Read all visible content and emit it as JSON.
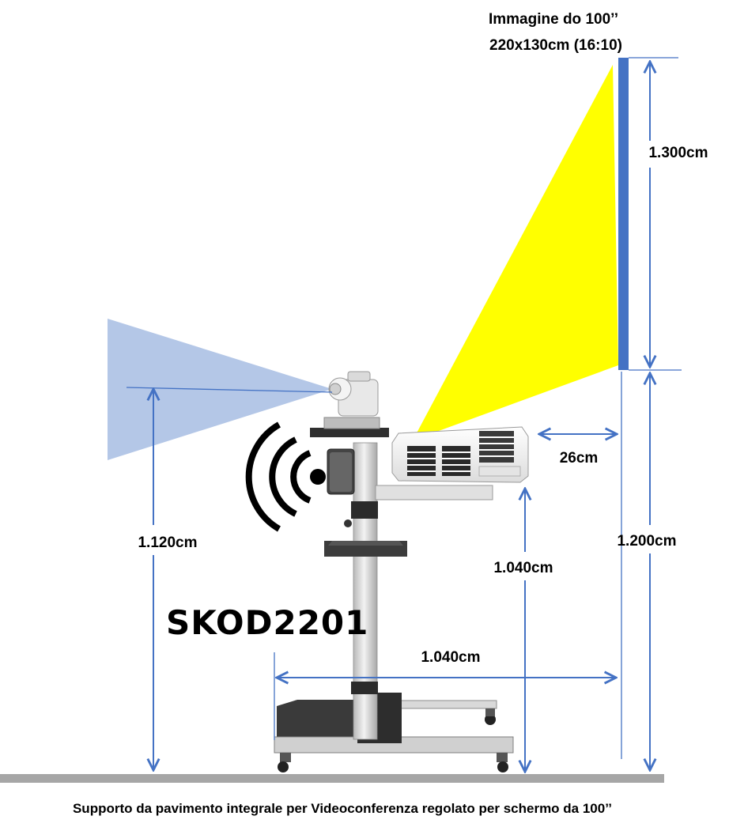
{
  "title": {
    "line1": "Immagine do 100’’",
    "line2": "220x130cm (16:10)"
  },
  "dimensions": {
    "screen_height": "1.300cm",
    "camera_height": "1.120cm",
    "projector_gap": "26cm",
    "wall_height": "1.200cm",
    "shelf_height": "1.040cm",
    "base_depth": "1.040cm"
  },
  "product_code": "SKOD2201",
  "caption": "Supporto da pavimento integrale per Videoconferenza regolato per schermo da 100’’",
  "colors": {
    "projection_beam": "#ffff00",
    "camera_field": "#b4c7e7",
    "screen": "#4472c4",
    "dimension_lines": "#4472c4",
    "floor": "#a6a6a6"
  },
  "icons": [
    "ptz-camera-icon",
    "wireless-signal-icon",
    "projector-icon",
    "mobile-stand-icon"
  ]
}
